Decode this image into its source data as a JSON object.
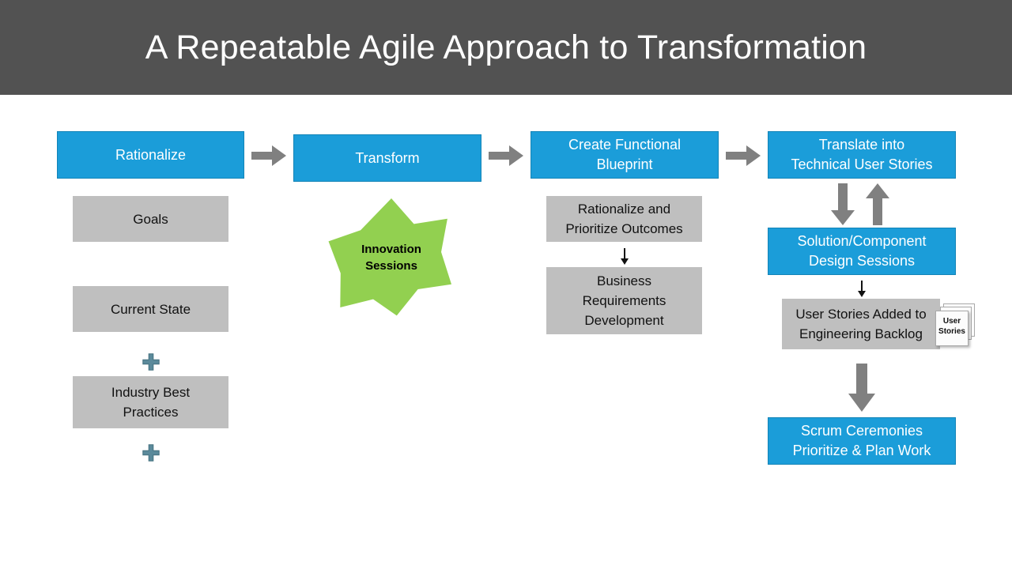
{
  "header": {
    "title": "A Repeatable Agile Approach to Transformation",
    "background_color": "#525252",
    "text_color": "#FFFFFF"
  },
  "theme": {
    "blue": "#1B9DD9",
    "gray": "#BFBFBF",
    "green": "#92D050",
    "arrow_gray": "#808080",
    "plus_blue": "#5B8A9B",
    "canvas": "#FFFFFF"
  },
  "stages": [
    {
      "id": "rationalize",
      "header_label": "Rationalize",
      "items": [
        {
          "label": "Goals"
        },
        {
          "label": "Current State"
        },
        {
          "label": "Industry  Best\nPractices"
        }
      ],
      "connector": "plus"
    },
    {
      "id": "transform",
      "header_label": "Transform",
      "star_label": "Innovation\nSessions"
    },
    {
      "id": "create-functional-blueprint",
      "header_label": "Create Functional\nBlueprint",
      "items": [
        {
          "label": "Rationalize and\nPrioritize Outcomes"
        },
        {
          "label": "Business\nRequirements\nDevelopment"
        }
      ],
      "connector": "thin-arrow-down"
    },
    {
      "id": "translate-into-technical-user-stories",
      "header_label": "Translate into\nTechnical User Stories",
      "items": [
        {
          "label": "Solution/Component\nDesign Sessions",
          "style": "blue"
        },
        {
          "label": "User Stories Added to\nEngineering Backlog",
          "style": "gray"
        },
        {
          "label": "Scrum Ceremonies\nPrioritize & Plan Work",
          "style": "blue"
        }
      ]
    }
  ],
  "sticky_note": {
    "label": "User\nStories"
  },
  "icons": {
    "arrow_right": "block-arrow-right-icon",
    "arrow_down": "block-arrow-down-icon",
    "arrow_up": "block-arrow-up-icon",
    "plus": "plus-icon",
    "thin_arrow_down": "thin-arrow-down-icon"
  }
}
